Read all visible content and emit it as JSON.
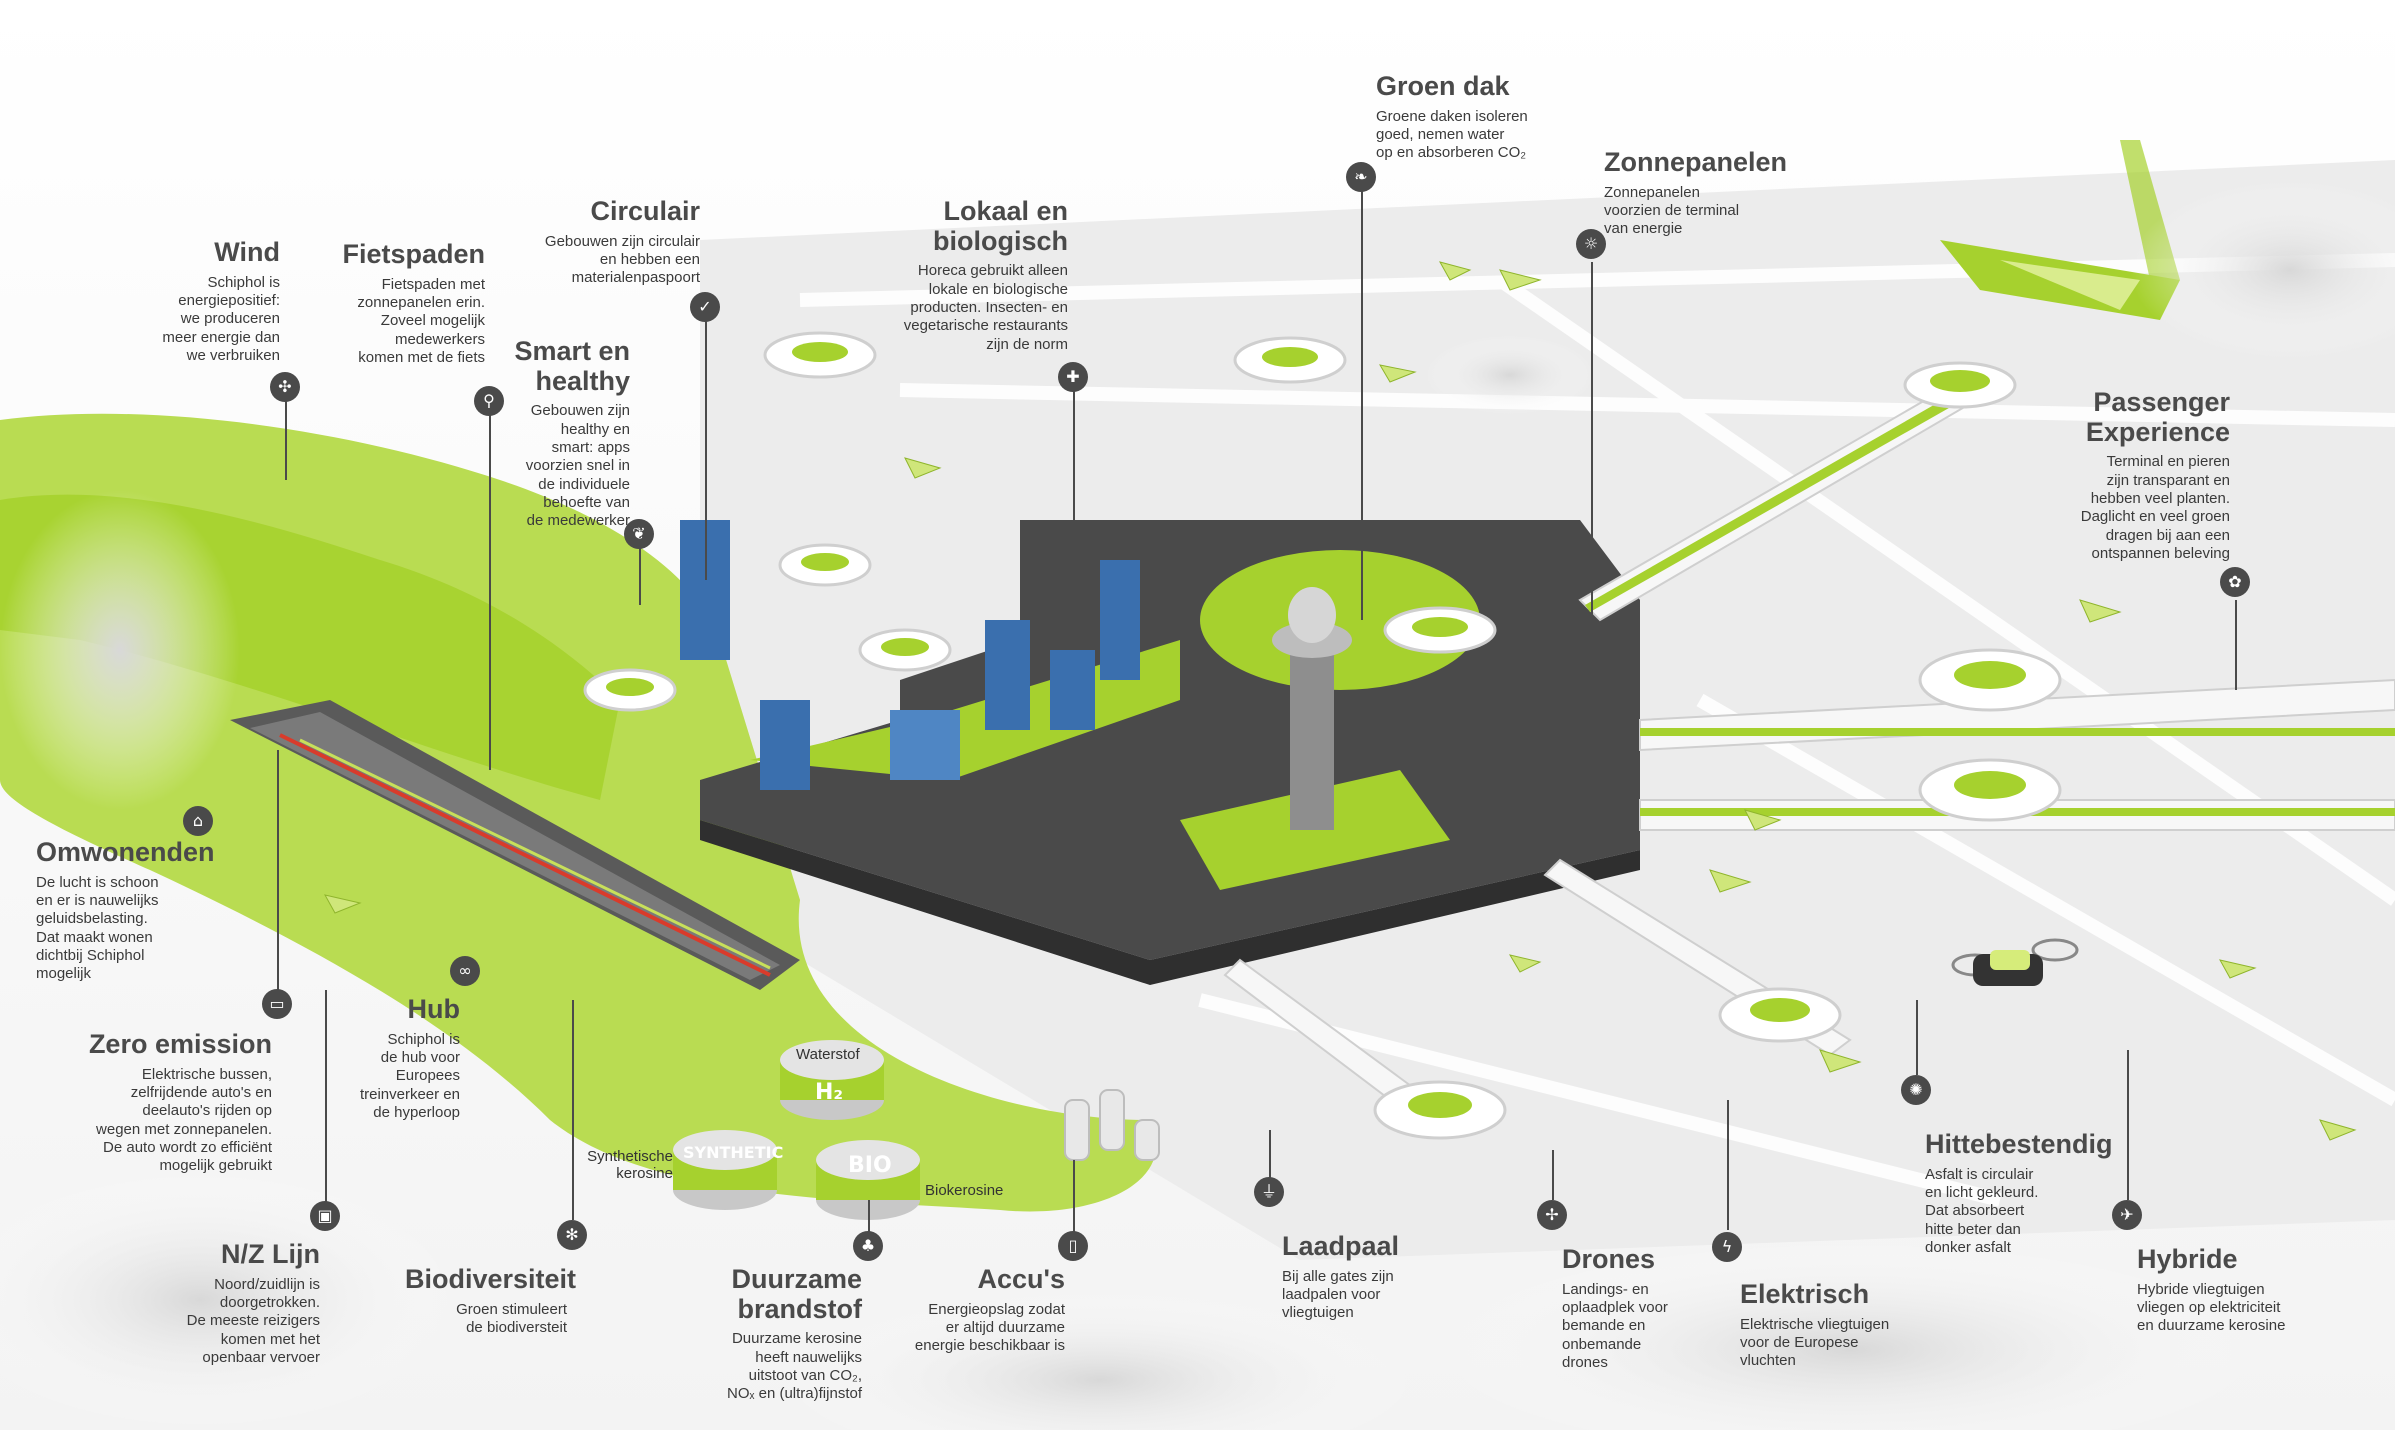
{
  "colors": {
    "green": "#a6d12e",
    "dark_green": "#6aa51d",
    "terminal": "#4a4a4a",
    "apron": "#e9e9e9",
    "text": "#3d3d3d"
  },
  "callouts": {
    "wind": {
      "title": "Wind",
      "text": "Schiphol is\nenergiepositief:\nwe produceren\nmeer energie dan\nwe verbruiken",
      "icon": "wind-turbine-icon"
    },
    "fietspaden": {
      "title": "Fietspaden",
      "text": "Fietspaden met\nzonnepanelen erin.\nZoveel mogelijk\nmedewerkers\nkomen met de fiets",
      "icon": "bicycle-icon"
    },
    "circulair": {
      "title": "Circulair",
      "text": "Gebouwen zijn circulair\nen hebben een\nmaterialenpaspoort",
      "icon": "check-circle-icon"
    },
    "smart": {
      "title": "Smart en\nhealthy",
      "text": "Gebouwen zijn\nhealthy en\nsmart: apps\nvoorzien snel in\nde individuele\nbehoefte van\nde medewerker",
      "icon": "brain-icon"
    },
    "lokaal": {
      "title": "Lokaal en\nbiologisch",
      "text": "Horeca gebruikt alleen\nlokale en biologische\nproducten. Insecten- en\nvegetarische restaurants\nzijn de norm",
      "icon": "plus-icon"
    },
    "groendak": {
      "title": "Groen dak",
      "text": "Groene daken isoleren\ngoed, nemen water\nop en absorberen CO₂",
      "icon": "leaf-icon"
    },
    "zonnepanelen": {
      "title": "Zonnepanelen",
      "text": "Zonnepanelen\nvoorzien de terminal\nvan energie",
      "icon": "sun-icon"
    },
    "passenger": {
      "title": "Passenger\nExperience",
      "text": "Terminal en pieren\nzijn transparant en\nhebben veel planten.\nDaglicht en veel groen\ndragen bij aan een\nontspannen beleving",
      "icon": "plant-icon"
    },
    "omwonenden": {
      "title": "Omwonenden",
      "text": "De lucht is schoon\nen er is nauwelijks\ngeluidsbelasting.\nDat maakt wonen\ndichtbij Schiphol\nmogelijk",
      "icon": "house-icon"
    },
    "zero": {
      "title": "Zero emission",
      "text": "Elektrische bussen,\nzelfrijdende auto's en\ndeelauto's rijden op\nwegen met zonnepanelen.\nDe auto wordt zo efficiënt\nmogelijk gebruikt",
      "icon": "car-icon"
    },
    "hub": {
      "title": "Hub",
      "text": "Schiphol is\nde hub voor\nEuropees\ntreinverkeer en\nde hyperloop",
      "icon": "infinity-icon"
    },
    "nz": {
      "title": "N/Z Lijn",
      "text": "Noord/zuidlijn is\ndoorgetrokken.\nDe meeste reizigers\nkomen met het\nopenbaar vervoer",
      "icon": "train-icon"
    },
    "biodiversiteit": {
      "title": "Biodiversiteit",
      "text": "Groen stimuleert\nde biodiversteit",
      "icon": "bee-icon"
    },
    "brandstof": {
      "title": "Duurzame\nbrandstof",
      "text": "Duurzame kerosine\nheeft nauwelijks\nuitstoot van CO₂,\nNOₓ en (ultra)fijnstof",
      "icon": "leaf-sprout-icon"
    },
    "accus": {
      "title": "Accu's",
      "text": "Energieopslag zodat\ner altijd duurzame\nenergie beschikbaar is",
      "icon": "battery-icon"
    },
    "laadpaal": {
      "title": "Laadpaal",
      "text": "Bij alle gates zijn\nlaadpalen voor\nvliegtuigen",
      "icon": "plug-icon"
    },
    "drones": {
      "title": "Drones",
      "text": "Landings- en\noplaadplek voor\nbemande en\nonbemande\ndrones",
      "icon": "drone-icon"
    },
    "elektrisch": {
      "title": "Elektrisch",
      "text": "Elektrische vliegtuigen\nvoor de Europese\nvluchten",
      "icon": "lightning-icon"
    },
    "hittebestendig": {
      "title": "Hittebestendig",
      "text": "Asfalt is circulair\nen licht gekleurd.\nDat absorbeert\nhitte beter dan\ndonker asfalt",
      "icon": "sun-heat-icon"
    },
    "hybride": {
      "title": "Hybride",
      "text": "Hybride vliegtuigen\nvliegen op elektriciteit\nen duurzame kerosine",
      "icon": "plane-hybrid-icon"
    }
  },
  "labels": {
    "waterstof": "Waterstof",
    "synthetische": "Synthetische\nkerosine",
    "biokerosine": "Biokerosine",
    "tank_h2": "H₂",
    "tank_synthetic": "SYNTHETIC",
    "tank_bio": "BIO"
  }
}
